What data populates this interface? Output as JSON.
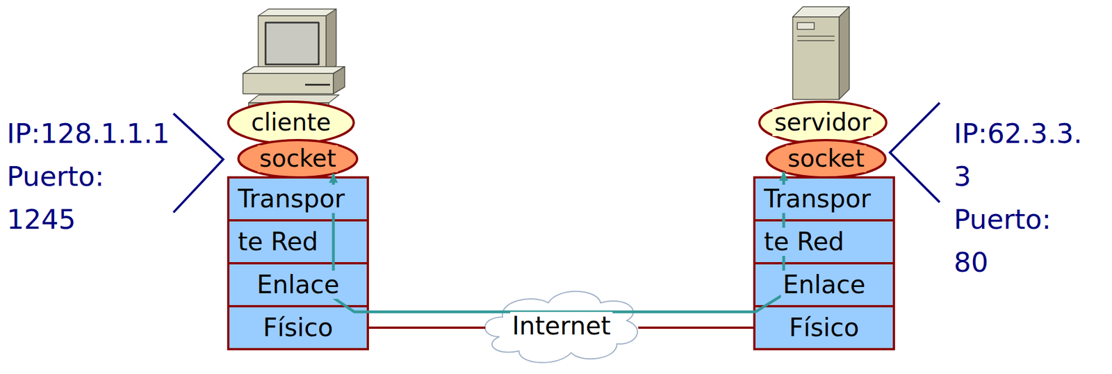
{
  "diagram": {
    "nodes": [
      {
        "text": [
          "cliente"
        ]
      },
      {
        "text": [
          "socket"
        ]
      },
      {
        "text": [
          "Transpor"
        ]
      },
      {
        "text": [
          "te Red"
        ]
      },
      {
        "text": [
          "Enlace"
        ]
      },
      {
        "text": [
          "Físico"
        ]
      },
      {
        "text": [
          "Internet"
        ]
      },
      {
        "text": [
          "servidor"
        ]
      },
      {
        "text": [
          "socket"
        ]
      },
      {
        "text": [
          "Transpor"
        ]
      },
      {
        "text": [
          "te Red"
        ]
      },
      {
        "text": [
          "Enlace"
        ]
      },
      {
        "text": [
          "Físico"
        ]
      }
    ],
    "edges": [
      {
        "from": 5,
        "to": 6,
        "arrow": "none"
      },
      {
        "from": 6,
        "to": 12,
        "arrow": "none"
      },
      {
        "from": 1,
        "to": 8,
        "arrow": "both"
      }
    ],
    "labels": [
      "IP:128.1.1.1",
      "Puerto: 1245",
      "IP:62.3.3. 3",
      "Puerto: 80"
    ]
  }
}
